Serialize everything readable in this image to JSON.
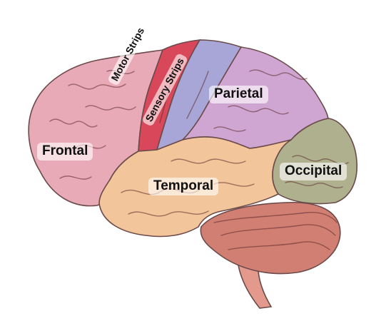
{
  "diagram": {
    "labels": {
      "frontal": "Frontal",
      "motor_strips": "Motor Strips",
      "sensory_strips": "Sensory Strips",
      "parietal": "Parietal",
      "temporal": "Temporal",
      "occipital": "Occipital"
    },
    "colors": {
      "frontal": "#e9aab8",
      "motor_strips": "#d9485a",
      "sensory_strips": "#a8a6d6",
      "parietal": "#cfa6d2",
      "temporal": "#f3c59a",
      "occipital": "#aeb08e",
      "cerebellum": "#d27f73",
      "brainstem": "#e39a8c"
    }
  }
}
